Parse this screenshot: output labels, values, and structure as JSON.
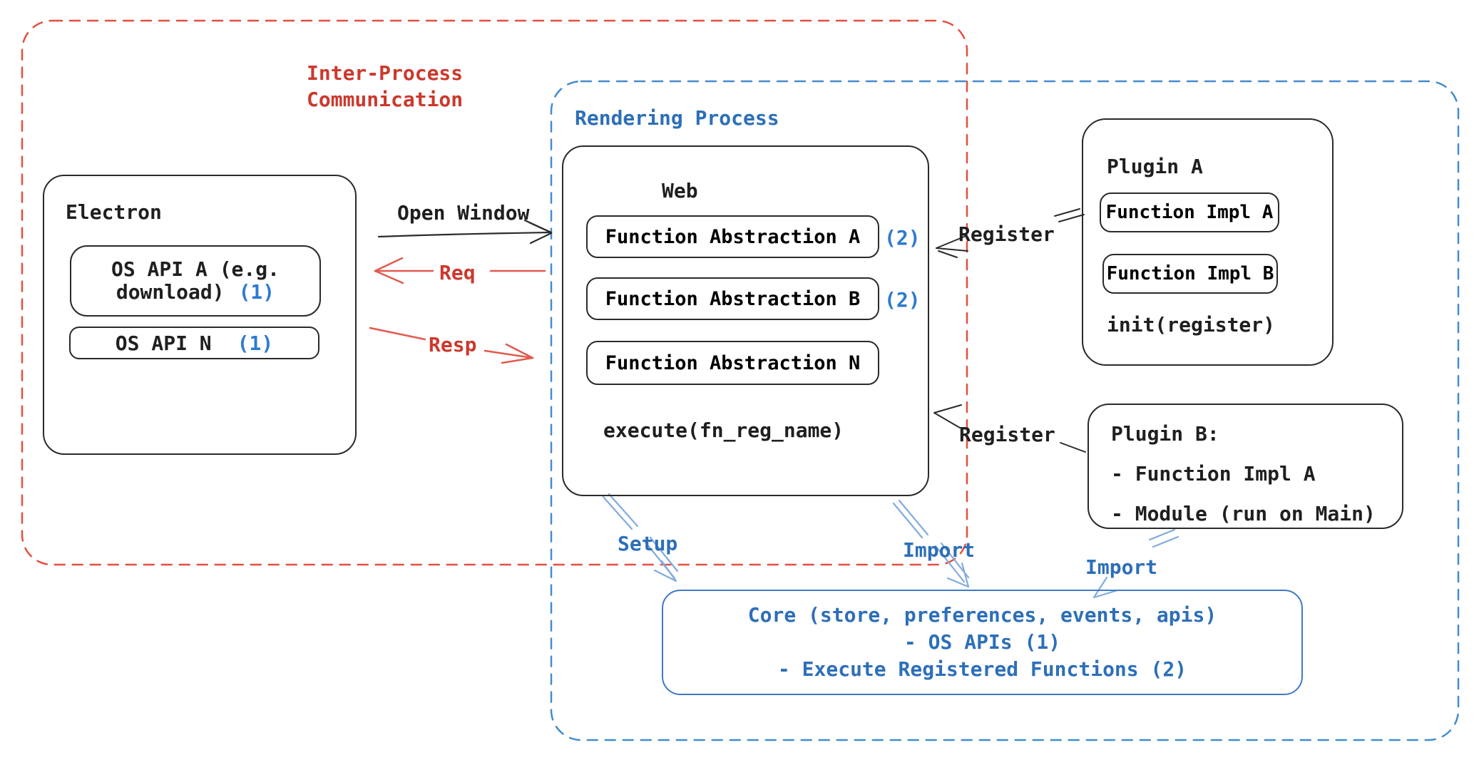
{
  "colors": {
    "ink": "#1f1f1f",
    "red_text": "#cb392d",
    "red_line": "#e25a4e",
    "red_dash": "#e2503f",
    "blue_text": "#2d6fb8",
    "blue_badge": "#2e7ad1",
    "blue_dash": "#448ccd",
    "blue_light_arrow": "#82aadd"
  },
  "groups": {
    "ipc": {
      "label": "Inter-Process\nCommunication"
    },
    "rendering": {
      "label": "Rendering Process"
    }
  },
  "electron": {
    "title": "Electron",
    "api_a": {
      "label": "OS API A (e.g.\ndownload)",
      "badge": "(1)"
    },
    "api_n": {
      "label": "OS API N",
      "badge": "(1)"
    }
  },
  "web": {
    "title": "Web",
    "rows": [
      {
        "label": "Function Abstraction A",
        "badge": "(2)"
      },
      {
        "label": "Function Abstraction B",
        "badge": "(2)"
      },
      {
        "label": "Function Abstraction N",
        "badge": ""
      }
    ],
    "footer": "execute(fn_reg_name)"
  },
  "plugin_a": {
    "title": "Plugin A",
    "impl_a": "Function Impl A",
    "impl_b": "Function Impl B",
    "footer": "init(register)"
  },
  "plugin_b": {
    "lines": [
      "Plugin B:",
      "- Function Impl A",
      "- Module (run on Main)"
    ]
  },
  "core": {
    "lines": [
      "Core (store, preferences, events, apis)",
      "- OS APIs (1)",
      "- Execute Registered Functions (2)"
    ]
  },
  "labels": {
    "open_window": "Open Window",
    "req": "Req",
    "resp": "Resp",
    "register_top": "Register",
    "register_bottom": "Register",
    "setup": "Setup",
    "import_web": "Import",
    "import_plugin": "Import"
  }
}
